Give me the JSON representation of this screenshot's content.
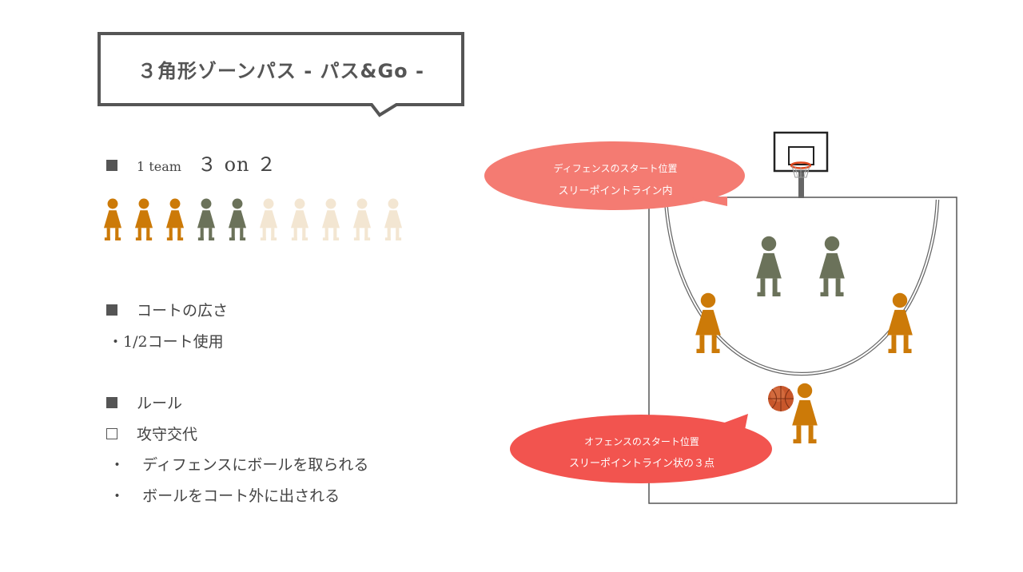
{
  "title": "３角形ゾーンパス - パス&Go -",
  "team": {
    "small": "1 team",
    "big": "３ on ２"
  },
  "court_size": {
    "heading": "コートの広さ",
    "detail": "・1/2コート使用"
  },
  "rules": {
    "heading": "ルール",
    "subheading": "攻守交代",
    "items": [
      "ディフェンスにボールを取られる",
      "ボールをコート外に出される"
    ],
    "bullet": "・"
  },
  "callouts": {
    "defense": {
      "line1": "ディフェンスのスタート位置",
      "line2": "スリーポイントライン内"
    },
    "offense": {
      "line1": "オフェンスのスタート位置",
      "line2": "スリーポイントライン状の３点"
    }
  },
  "colors": {
    "offense": "#cc7a08",
    "defense": "#6b725a",
    "inactive": "#f3e6d2",
    "defense_bubble": "#f47b72",
    "offense_bubble": "#f2544f"
  },
  "people_row": [
    "offense",
    "offense",
    "offense",
    "defense",
    "defense",
    "inactive",
    "inactive",
    "inactive",
    "inactive",
    "inactive"
  ]
}
